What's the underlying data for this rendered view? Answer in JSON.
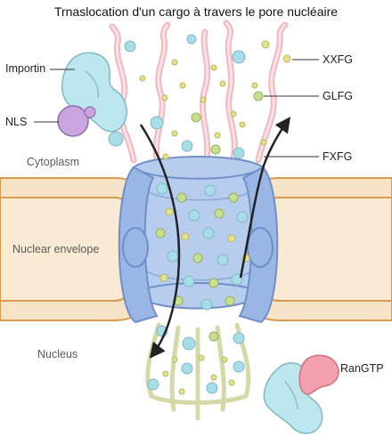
{
  "title": "Trnaslocation d'un cargo à travers le pore nucléaire",
  "labels": {
    "importin": "Importin",
    "nls": "NLS",
    "cytoplasm": "Cytoplasm",
    "nuclear_envelope": "Nuclear envelope",
    "nucleus": "Nucleus",
    "xxfg": "XXFG",
    "glfg": "GLFG",
    "fxfg": "FXFG",
    "rangtp": "RanGTP"
  },
  "colors": {
    "envelope_fill": "#f7e3c8",
    "envelope_stroke": "#d89a4e",
    "pore_blue": "#9ab6e4",
    "pore_blue_dark": "#6f8fc9",
    "filament_pink": "#f2b8c0",
    "basket_green": "#d4d9a8",
    "particle_cyan": "#a7dde6",
    "particle_yellow": "#e4e28a",
    "particle_green": "#c7e08e",
    "importin": "#bde7ee",
    "nls": "#c9a6e0",
    "rangtp": "#f2a0ae",
    "arrow": "#222222"
  }
}
